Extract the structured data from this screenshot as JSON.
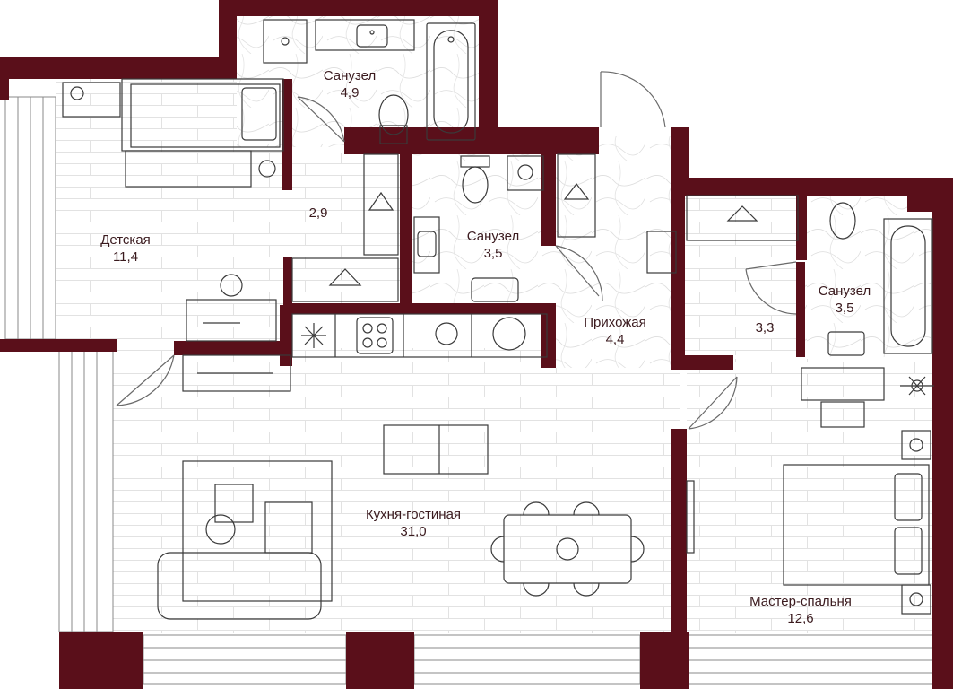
{
  "colors": {
    "wall": "#5a0f1a",
    "line": "#8a8a8a",
    "furniture": "#3a3a3a",
    "text": "#3a1a1e",
    "background": "#ffffff"
  },
  "rooms": [
    {
      "id": "bathroom-top",
      "name": "Санузел",
      "area": "4,9"
    },
    {
      "id": "nursery",
      "name": "Детская",
      "area": "11,4"
    },
    {
      "id": "closet-nursery",
      "name": "",
      "area": "2,9"
    },
    {
      "id": "bathroom-mid",
      "name": "Санузел",
      "area": "3,5"
    },
    {
      "id": "hallway",
      "name": "Прихожая",
      "area": "4,4"
    },
    {
      "id": "closet-master",
      "name": "",
      "area": "3,3"
    },
    {
      "id": "bathroom-right",
      "name": "Санузел",
      "area": "3,5"
    },
    {
      "id": "kitchen-living",
      "name": "Кухня-гостиная",
      "area": "31,0"
    },
    {
      "id": "master-bedroom",
      "name": "Мастер-спальня",
      "area": "12,6"
    }
  ],
  "icons": [
    "bathtub-icon",
    "toilet-icon",
    "sink-icon",
    "washing-machine-icon",
    "hanger-icon",
    "bed-icon",
    "sofa-icon",
    "dining-table-icon",
    "stove-icon",
    "fridge-icon",
    "dishwasher-icon",
    "plant-icon",
    "desk-icon",
    "tv-icon"
  ]
}
